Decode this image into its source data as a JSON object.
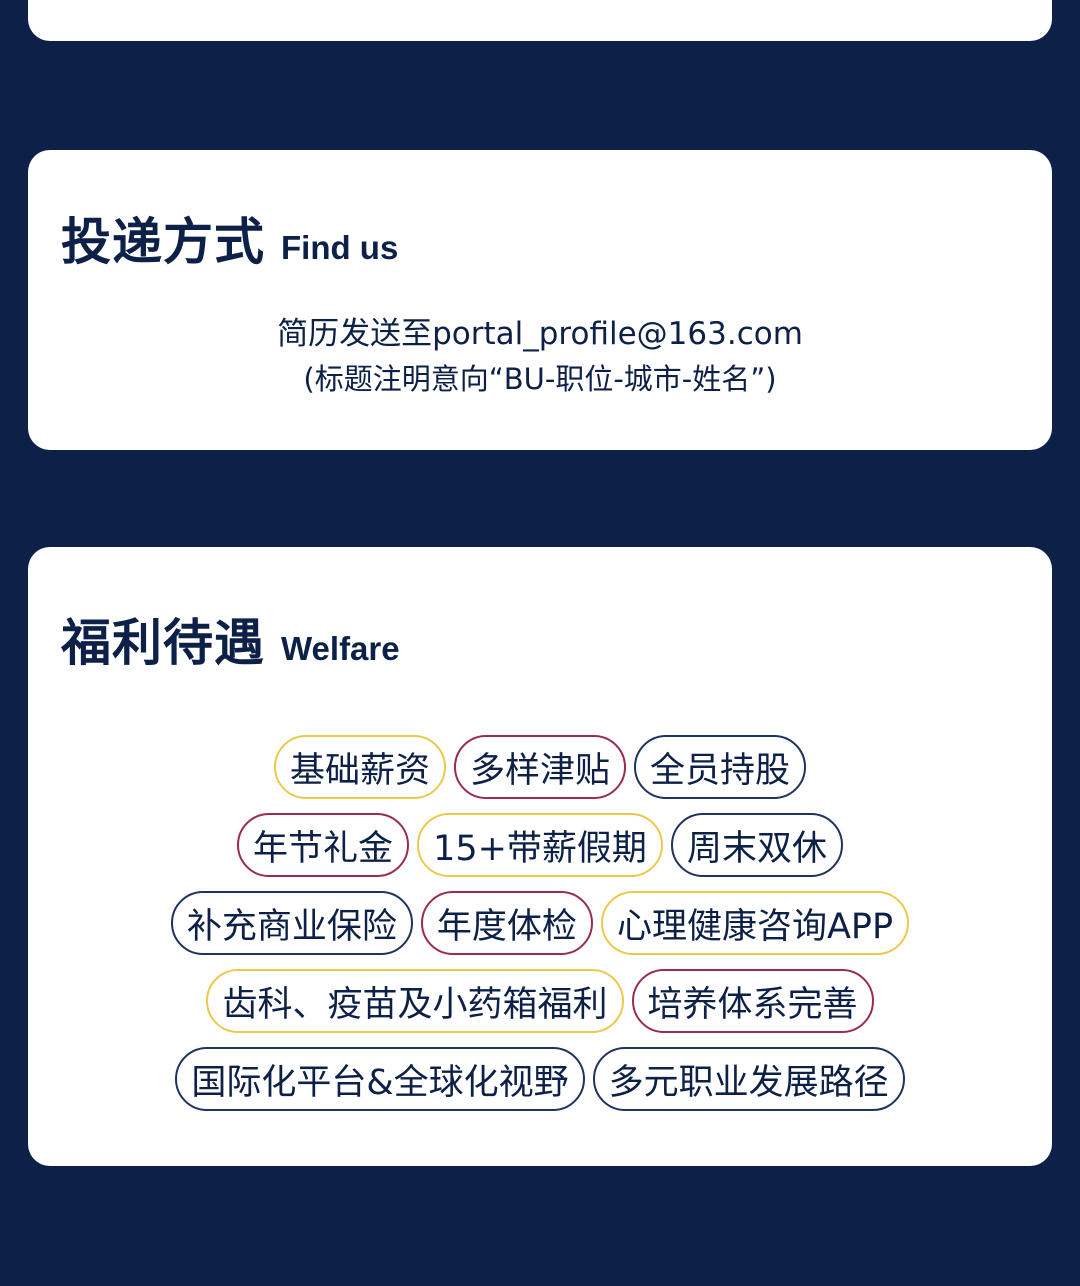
{
  "contact": {
    "title": "投递方式",
    "subtitle": "Find us",
    "email_line": "简历发送至portal_profile@163.com",
    "note_line": "(标题注明意向“BU-职位-城市-姓名”)"
  },
  "welfare": {
    "title": "福利待遇",
    "subtitle": "Welfare",
    "rows": [
      [
        {
          "label": "基础薪资",
          "border": "gold"
        },
        {
          "label": "多样津贴",
          "border": "wine"
        },
        {
          "label": "全员持股",
          "border": "navy"
        }
      ],
      [
        {
          "label": "年节礼金",
          "border": "wine"
        },
        {
          "label": "15+带薪假期",
          "border": "gold"
        },
        {
          "label": "周末双休",
          "border": "navy"
        }
      ],
      [
        {
          "label": "补充商业保险",
          "border": "navy"
        },
        {
          "label": "年度体检",
          "border": "wine"
        },
        {
          "label": "心理健康咨询APP",
          "border": "gold"
        }
      ],
      [
        {
          "label": "齿科、疫苗及小药箱福利",
          "border": "gold"
        },
        {
          "label": "培养体系完善",
          "border": "wine"
        }
      ],
      [
        {
          "label": "国际化平台&全球化视野",
          "border": "navy"
        },
        {
          "label": "多元职业发展路径",
          "border": "navy"
        }
      ]
    ]
  },
  "colors": {
    "background": "#0c2048",
    "card": "#ffffff",
    "text": "#0c2048",
    "gold": "#ecc94b",
    "wine": "#9a2b55",
    "navy": "#1e3360"
  }
}
